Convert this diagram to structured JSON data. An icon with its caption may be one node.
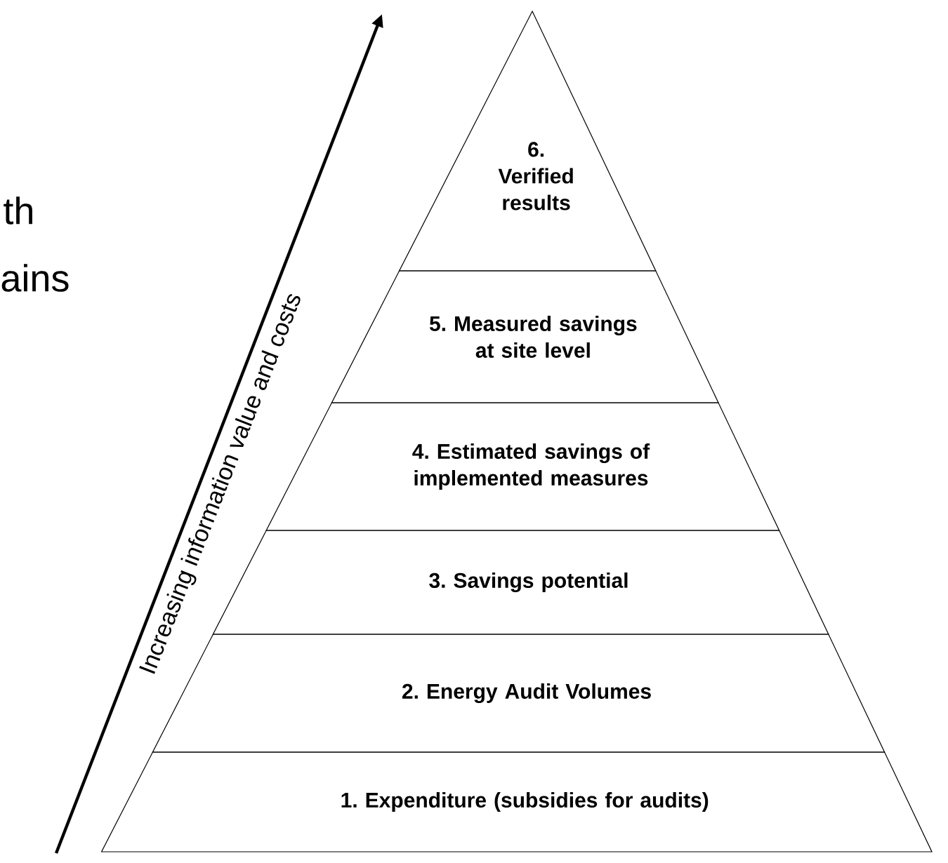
{
  "diagram": {
    "nodes": [
      {
        "text": [
          "6. Verified results"
        ]
      },
      {
        "text": [
          "5. Measured savings at site level"
        ]
      },
      {
        "text": [
          "4. Estimated savings of implemented measures"
        ]
      },
      {
        "text": [
          "3. Savings potential"
        ]
      },
      {
        "text": [
          "2. Energy Audit Volumes"
        ]
      },
      {
        "text": [
          "1. Expenditure (subsidies for audits)"
        ]
      }
    ],
    "labels": [
      "th",
      "ains",
      "Increasing information value and costs"
    ]
  }
}
